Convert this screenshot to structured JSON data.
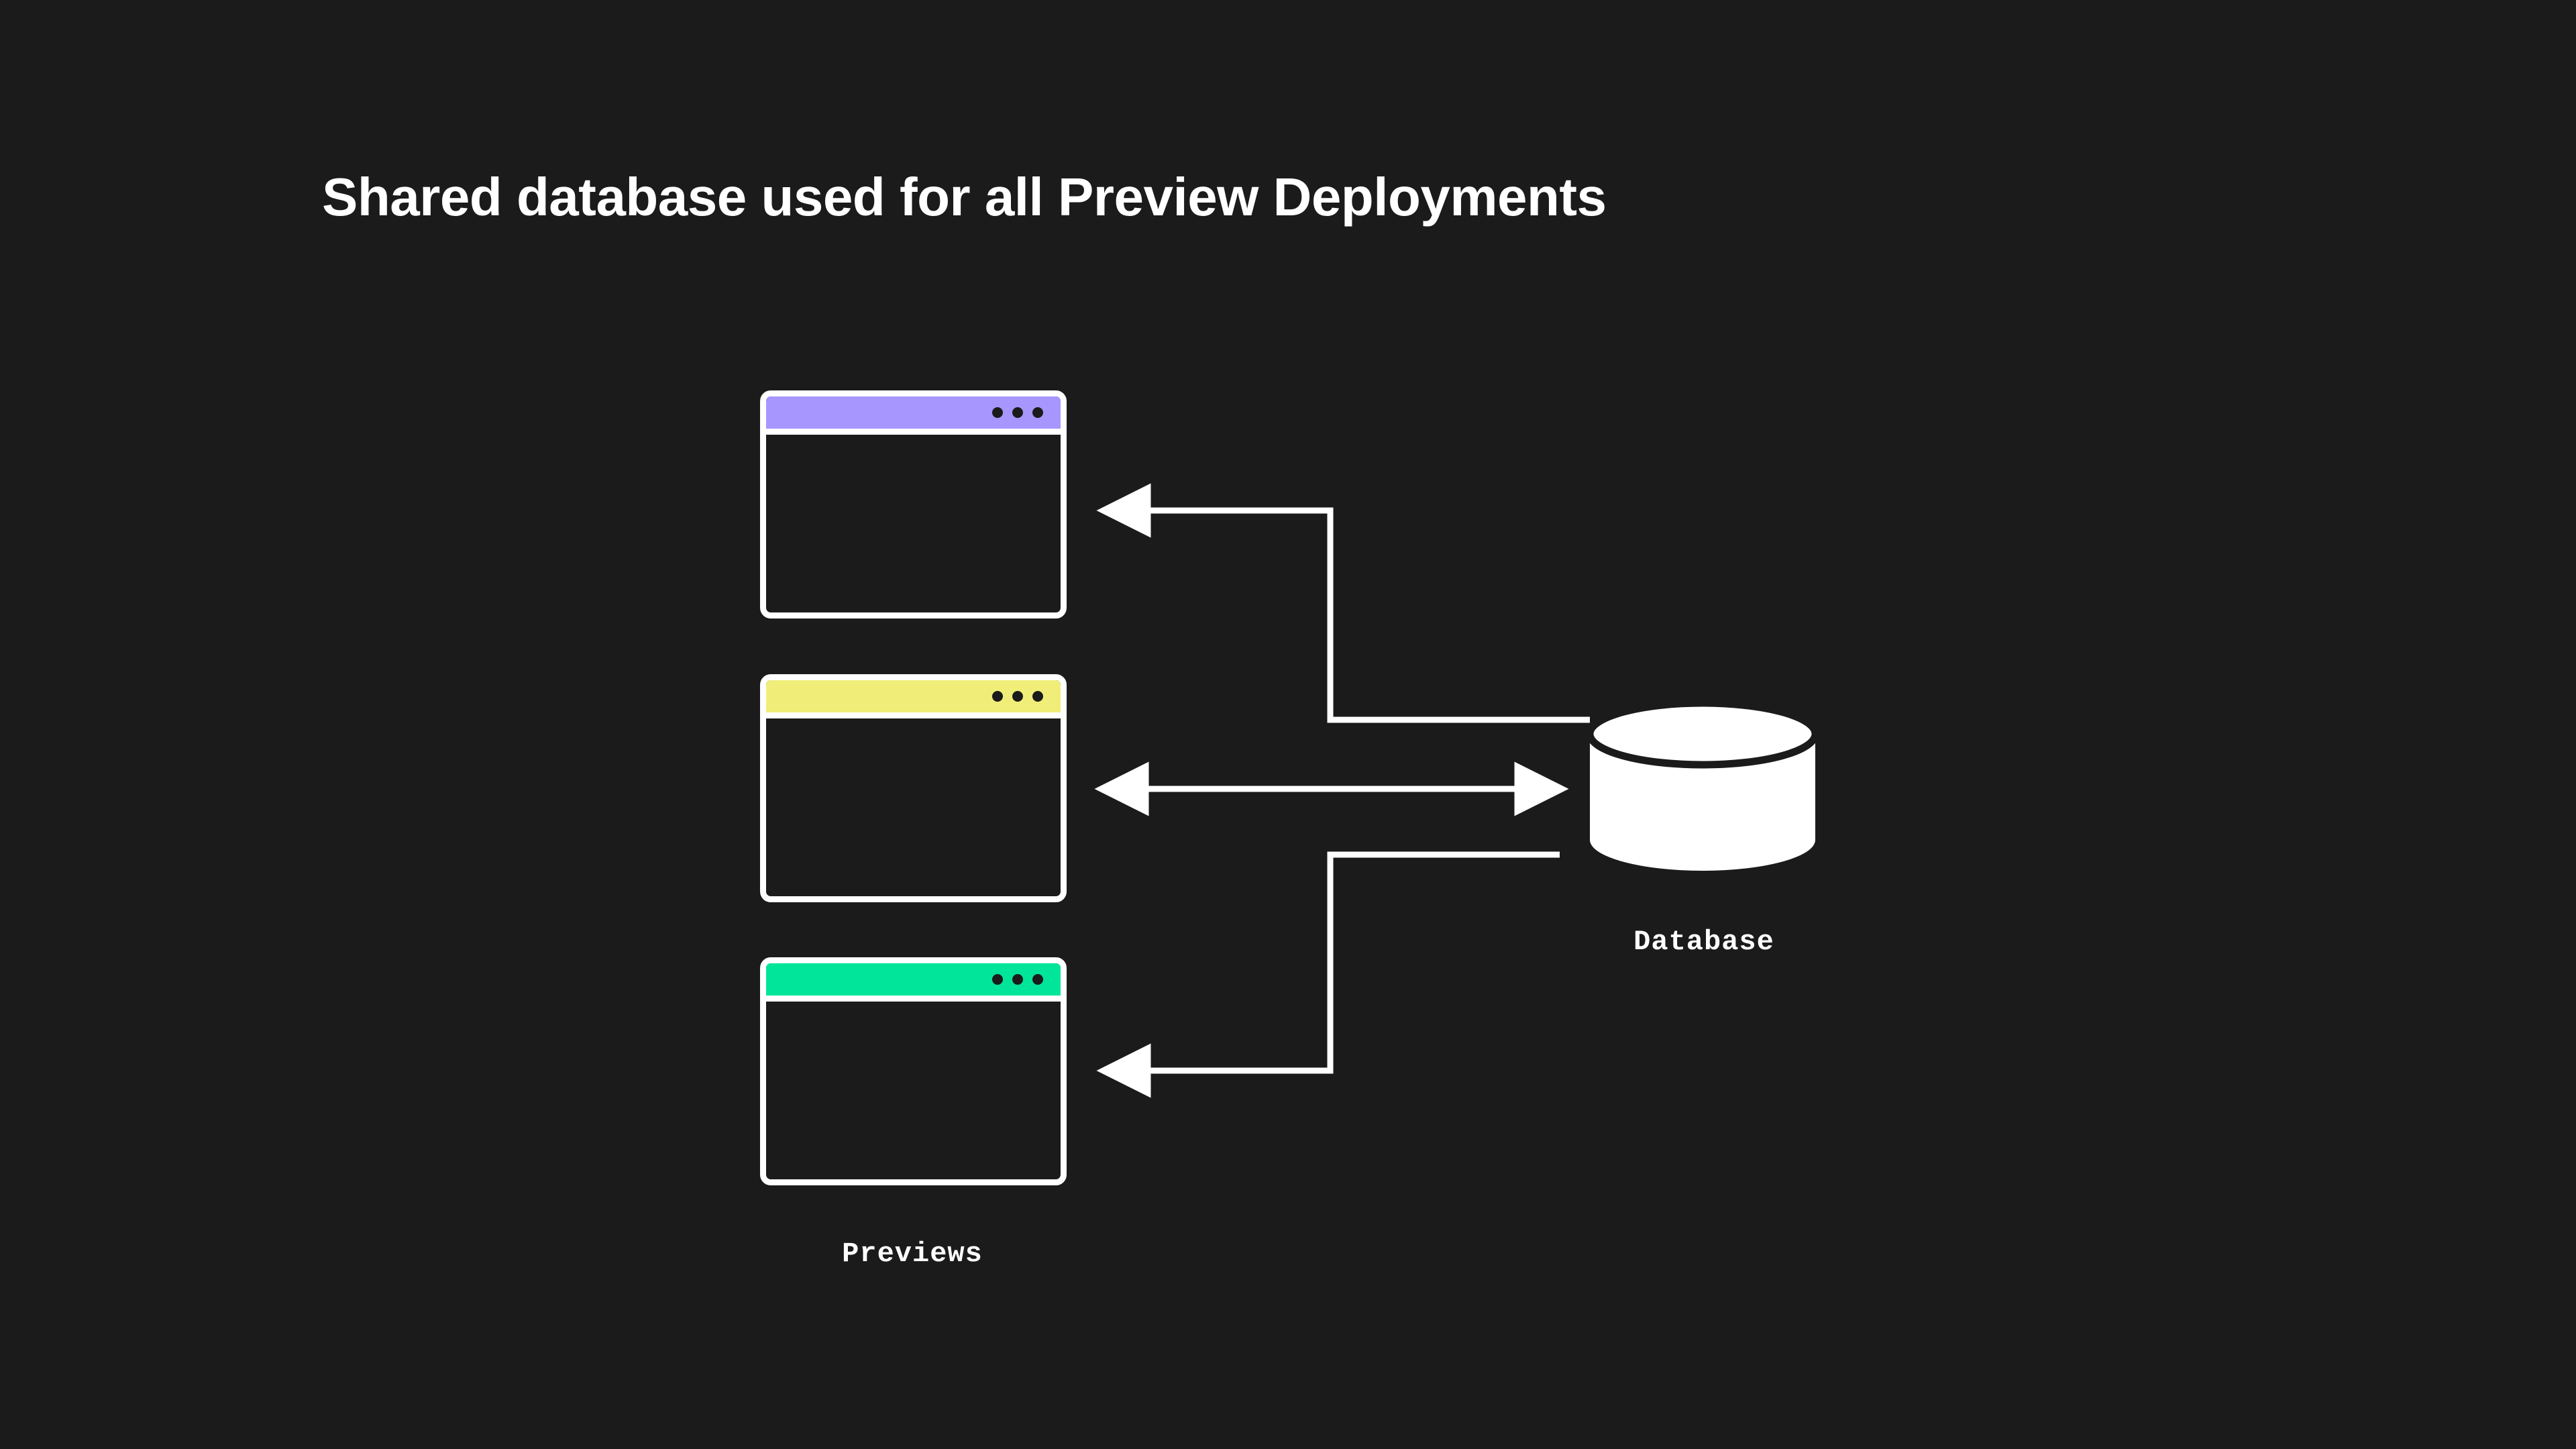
{
  "page": {
    "background_color": "#1b1b1b",
    "title": "Shared database used for all Preview Deployments"
  },
  "diagram": {
    "type": "architecture-flow",
    "stroke_color": "#ffffff",
    "previews_label": "Previews",
    "database_label": "Database",
    "windows": [
      {
        "id": "preview-window-1",
        "titlebar_color": "#a896ff",
        "color_name": "purple",
        "dots": 3
      },
      {
        "id": "preview-window-2",
        "titlebar_color": "#f0ee78",
        "color_name": "yellow",
        "dots": 3
      },
      {
        "id": "preview-window-3",
        "titlebar_color": "#00e599",
        "color_name": "green",
        "dots": 3
      }
    ],
    "connections": [
      {
        "id": "connection-db-to-window-1",
        "from": "database",
        "to": "preview-window-1",
        "direction": "one-way",
        "arrowheads": "end"
      },
      {
        "id": "connection-window-2-to-db",
        "from": "preview-window-2",
        "to": "database",
        "direction": "bidirectional",
        "arrowheads": "both"
      },
      {
        "id": "connection-db-to-window-3",
        "from": "database",
        "to": "preview-window-3",
        "direction": "one-way",
        "arrowheads": "end"
      }
    ],
    "database": {
      "shape": "cylinder",
      "fill": "#ffffff"
    }
  }
}
